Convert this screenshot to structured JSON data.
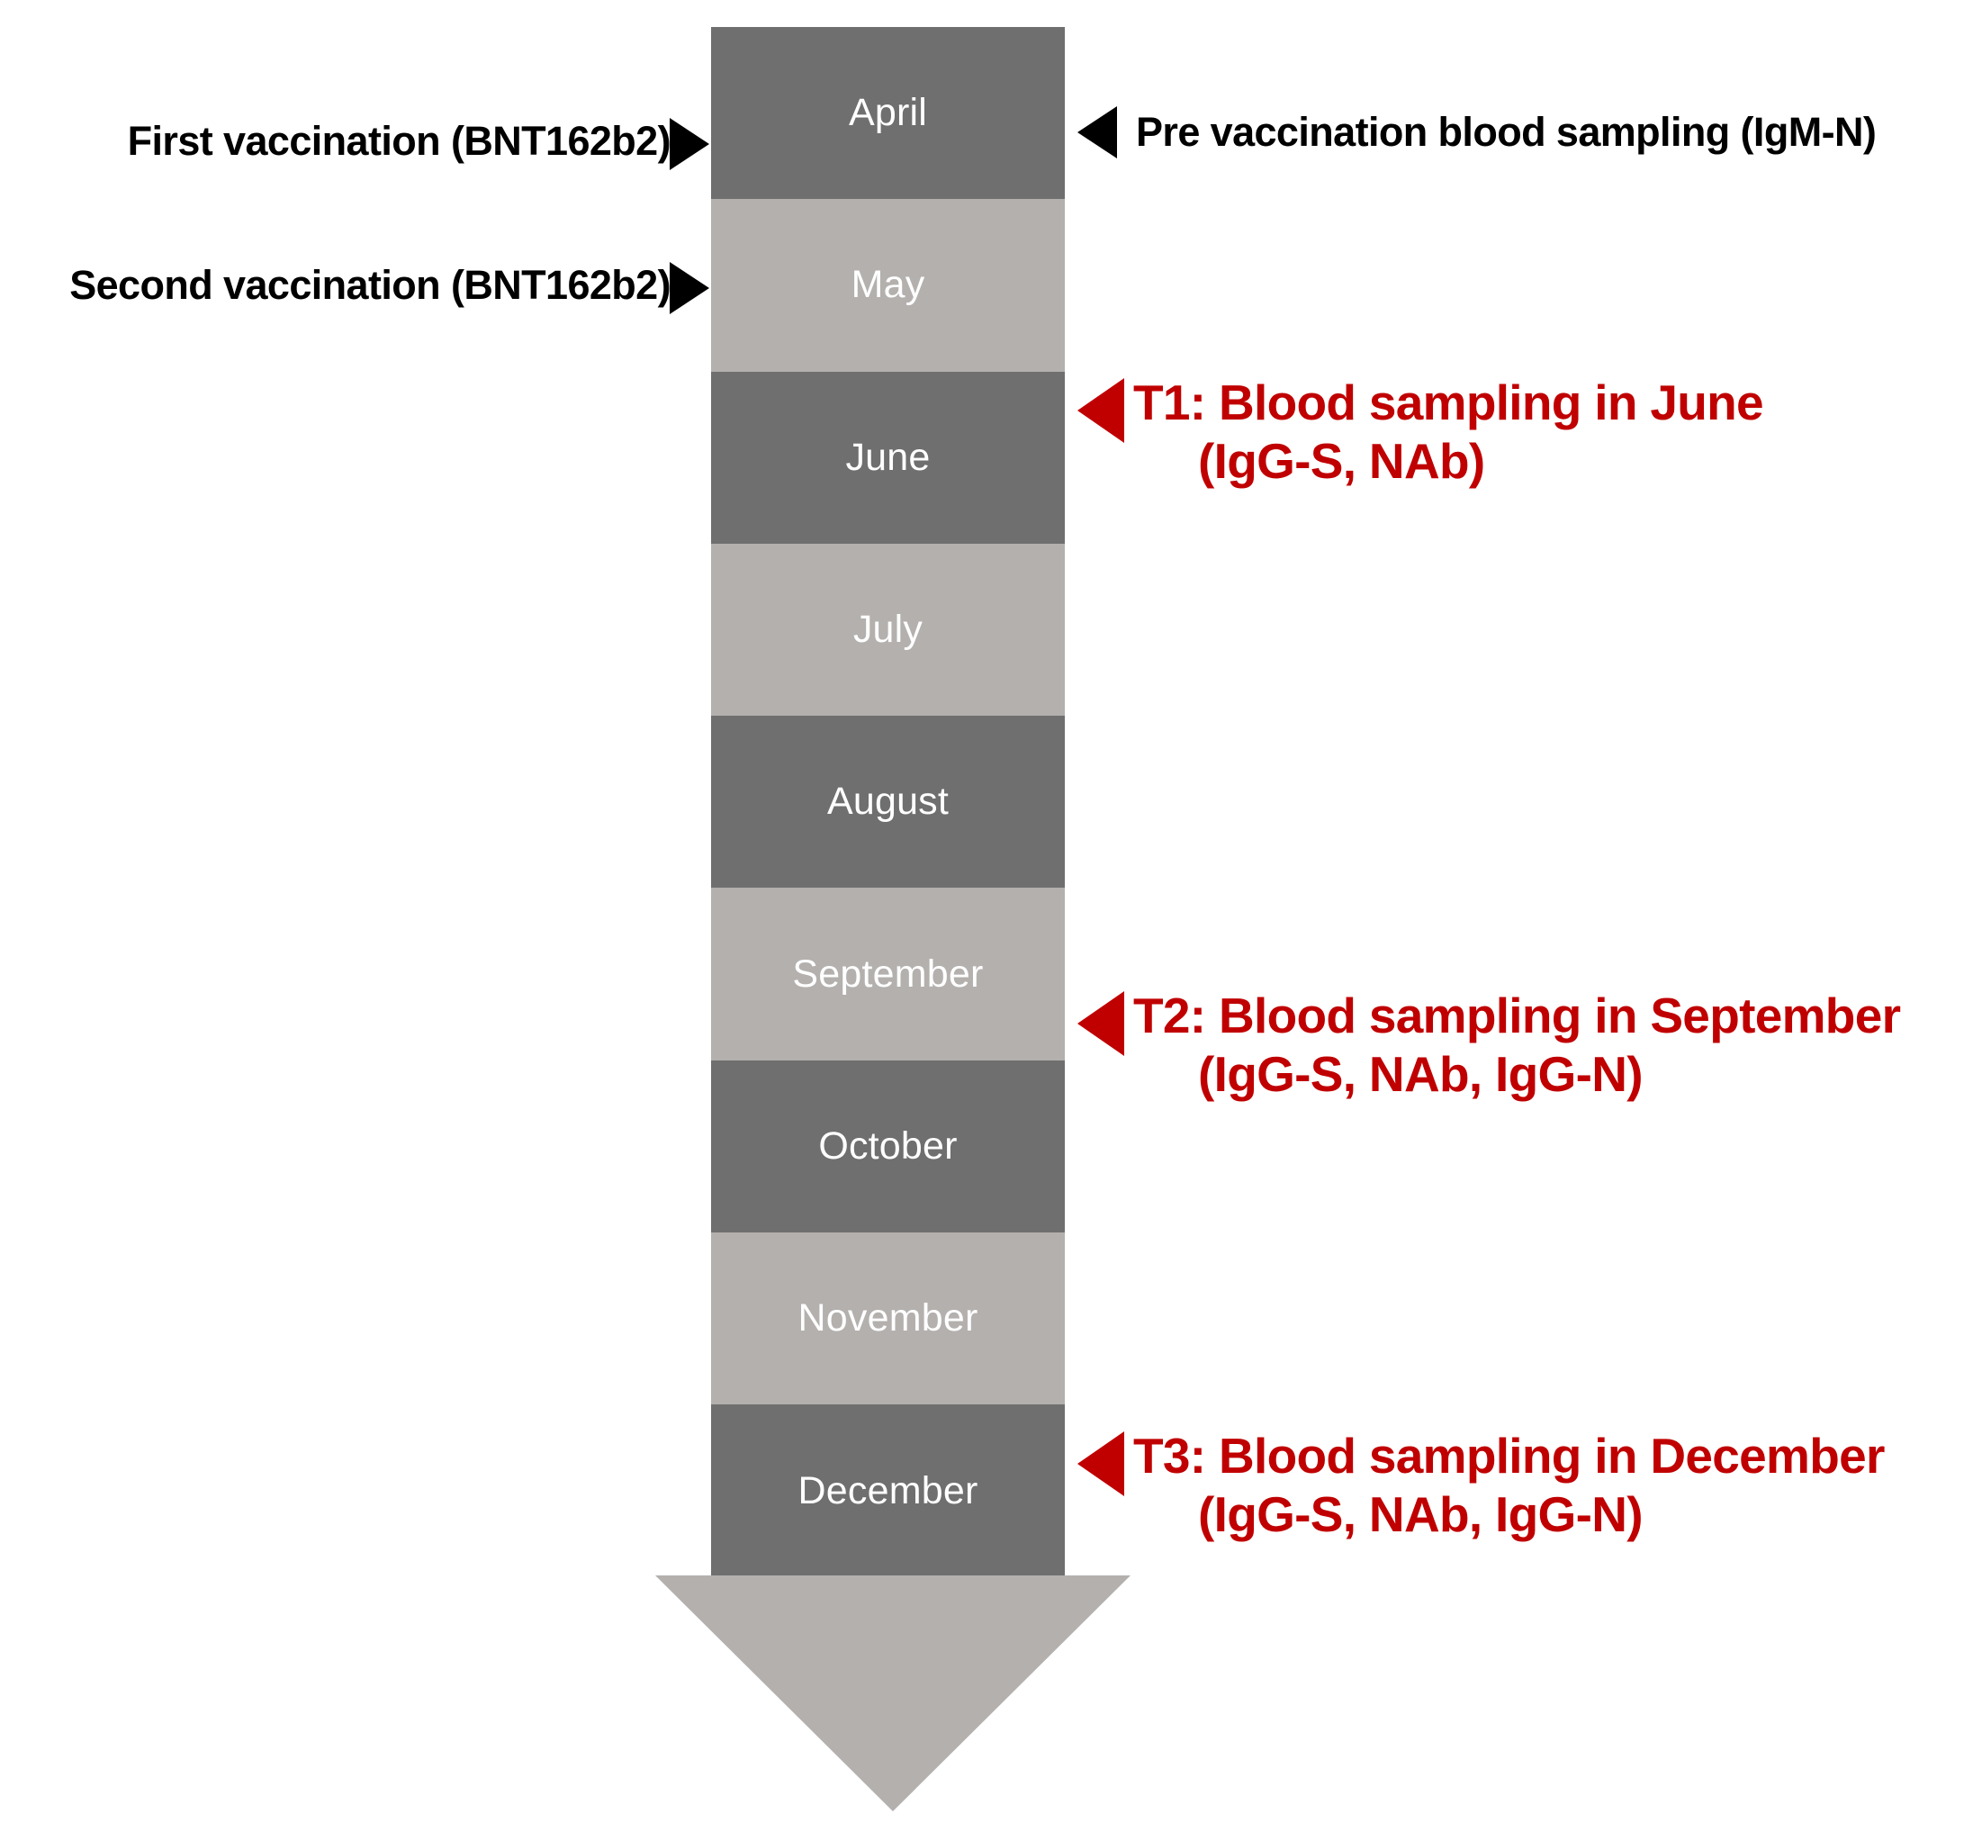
{
  "diagram": {
    "title_text": "",
    "colors": {
      "band_dark": "#706F6F",
      "band_light": "#B3B0AE",
      "arrow_red": "#C00000",
      "arrow_black": "#000000",
      "month_text": "#FFFFFF",
      "background": "#FFFFFF"
    },
    "timeline": {
      "months": [
        {
          "name": "April",
          "shade": "dark"
        },
        {
          "name": "May",
          "shade": "light"
        },
        {
          "name": "June",
          "shade": "dark"
        },
        {
          "name": "July",
          "shade": "light"
        },
        {
          "name": "August",
          "shade": "dark"
        },
        {
          "name": "September",
          "shade": "light"
        },
        {
          "name": "October",
          "shade": "dark"
        },
        {
          "name": "November",
          "shade": "light"
        },
        {
          "name": "December",
          "shade": "dark"
        }
      ]
    },
    "left_annotations": [
      {
        "label": "First vaccination (BNT162b2)",
        "month": "April"
      },
      {
        "label": "Second vaccination (BNT162b2)",
        "month": "May"
      }
    ],
    "right_annotations": [
      {
        "line1": "Pre vaccination blood sampling (IgM-N)",
        "line2": "",
        "color": "#000000",
        "month": "April"
      },
      {
        "line1": "T1: Blood sampling in June",
        "line2": "(IgG-S, NAb)",
        "color": "#C00000",
        "month": "June"
      },
      {
        "line1": "T2: Blood sampling in September",
        "line2": "(IgG-S, NAb, IgG-N)",
        "color": "#C00000",
        "month": "September"
      },
      {
        "line1": "T3: Blood sampling in December",
        "line2": "(IgG-S, NAb, IgG-N)",
        "color": "#C00000",
        "month": "December"
      }
    ]
  }
}
